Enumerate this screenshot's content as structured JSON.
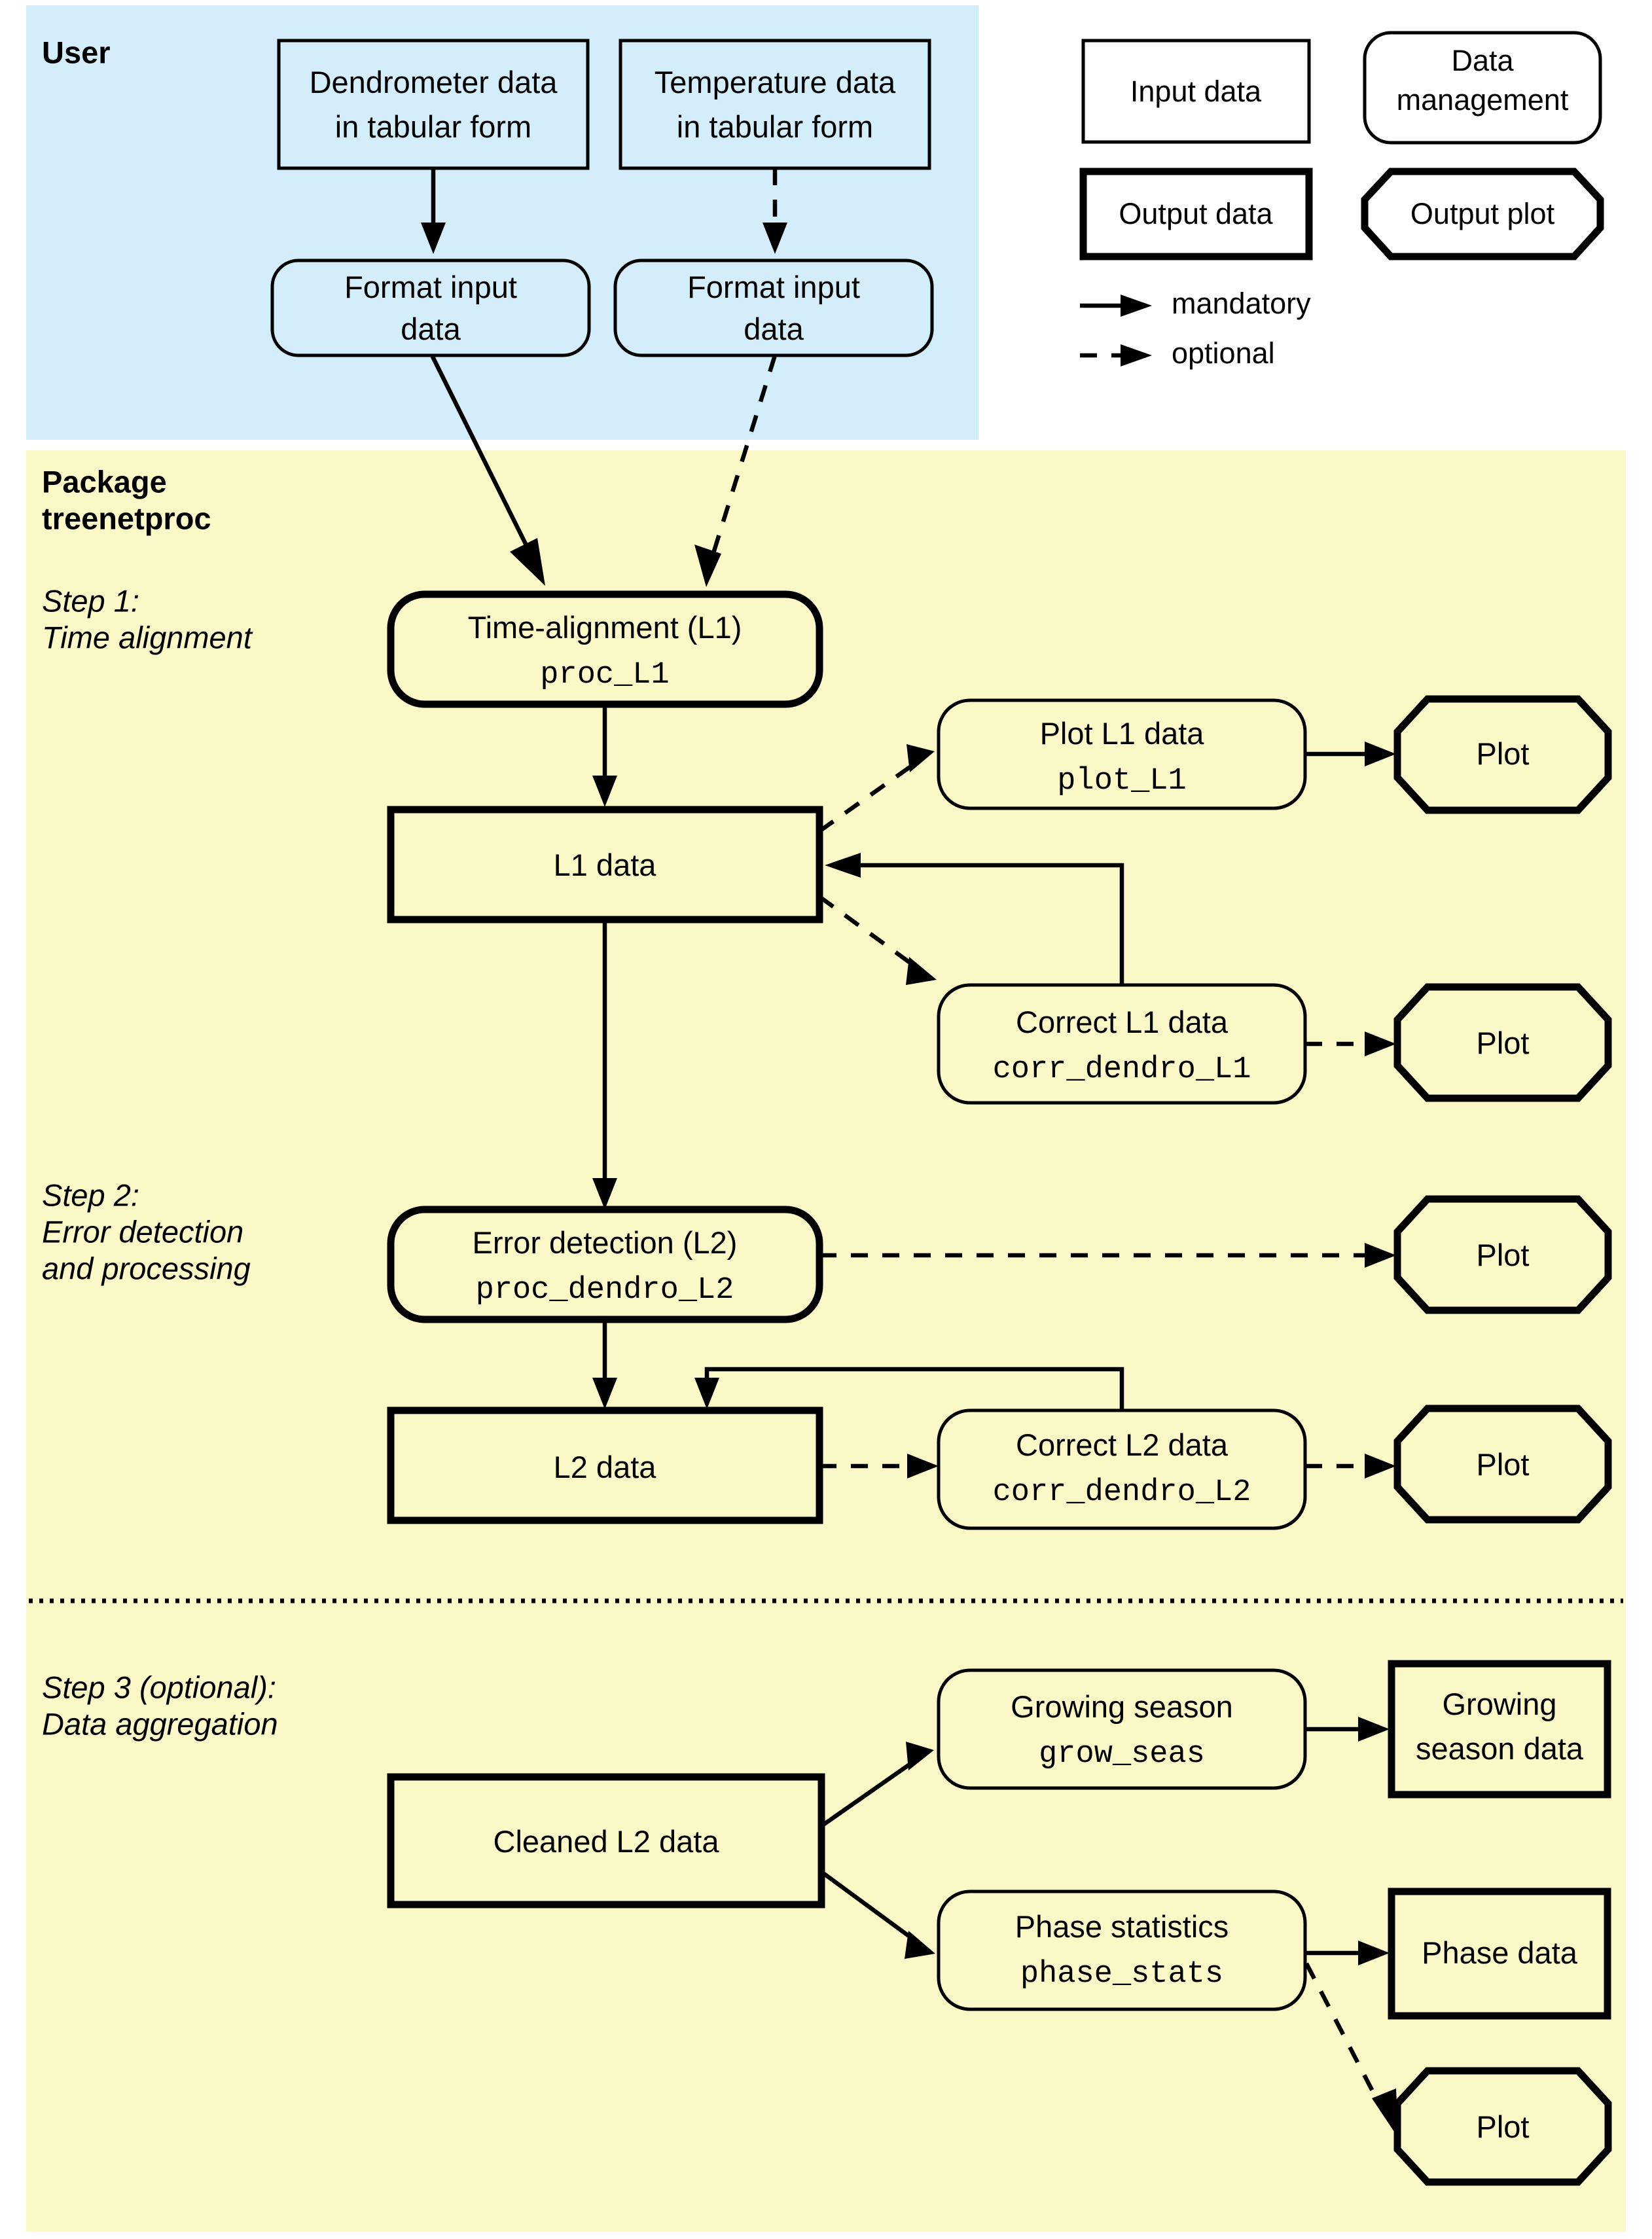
{
  "bands": {
    "user": {
      "label": "User",
      "color": "#d3eefa"
    },
    "package": {
      "label_line1": "Package",
      "label_line2": "treenetproc",
      "color": "#fbf8c8"
    }
  },
  "steps": [
    {
      "line1": "Step 1:",
      "line2": "Time alignment",
      "line3": ""
    },
    {
      "line1": "Step 2:",
      "line2": "Error detection",
      "line3": "and processing"
    },
    {
      "line1": "Step 3 (optional):",
      "line2": "Data aggregation",
      "line3": ""
    }
  ],
  "legend": {
    "input_data": "Input data",
    "data_management_line1": "Data",
    "data_management_line2": "management",
    "output_data": "Output data",
    "output_plot": "Output plot",
    "mandatory": "mandatory",
    "optional": "optional"
  },
  "nodes": {
    "dendrometer_input_line1": "Dendrometer data",
    "dendrometer_input_line2": "in tabular form",
    "temperature_input_line1": "Temperature data",
    "temperature_input_line2": "in tabular form",
    "format_input_dendro_line1": "Format input",
    "format_input_dendro_line2": "data",
    "format_input_temp_line1": "Format input",
    "format_input_temp_line2": "data",
    "time_alignment_title": "Time-alignment (L1)",
    "time_alignment_fn": "proc_L1",
    "l1_data": "L1 data",
    "plot_l1_title": "Plot L1 data",
    "plot_l1_fn": "plot_L1",
    "plot_l1_out": "Plot",
    "correct_l1_title": "Correct L1 data",
    "correct_l1_fn": "corr_dendro_L1",
    "correct_l1_out": "Plot",
    "error_detection_title": "Error detection (L2)",
    "error_detection_fn": "proc_dendro_L2",
    "error_detection_out": "Plot",
    "l2_data": "L2 data",
    "correct_l2_title": "Correct L2 data",
    "correct_l2_fn": "corr_dendro_L2",
    "correct_l2_out": "Plot",
    "cleaned_l2_data": "Cleaned L2 data",
    "growing_season_title": "Growing season",
    "growing_season_fn": "grow_seas",
    "growing_season_data_line1": "Growing",
    "growing_season_data_line2": "season data",
    "phase_stats_title": "Phase statistics",
    "phase_stats_fn": "phase_stats",
    "phase_data": "Phase data",
    "phase_plot_out": "Plot"
  },
  "colors": {
    "user_band": "#d3eefa",
    "package_band": "#fbf8c8",
    "stroke": "#000000",
    "page_background": "#ffffff"
  }
}
